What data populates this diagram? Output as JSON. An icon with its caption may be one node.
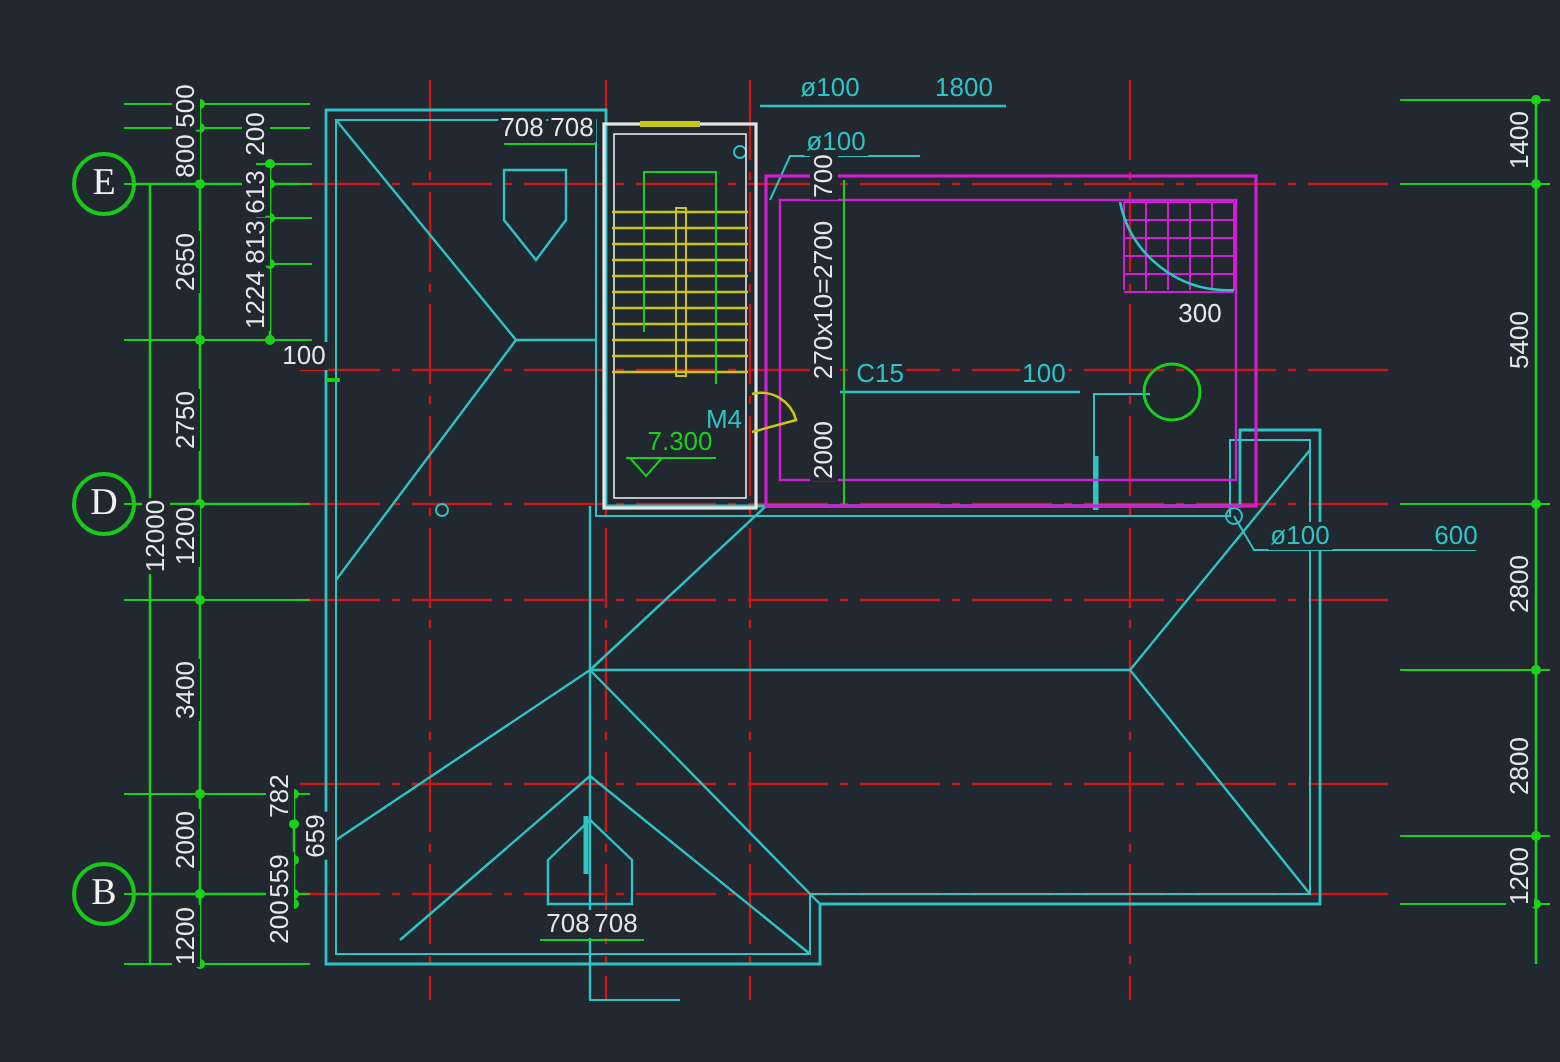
{
  "diagram": {
    "nodes": [
      {
        "text": [
          "E"
        ]
      },
      {
        "text": [
          "D"
        ]
      },
      {
        "text": [
          "B"
        ]
      }
    ],
    "labels": [
      "500",
      "800",
      "200",
      "613",
      "813",
      "2650",
      "1224",
      "100",
      "2750",
      "12000",
      "1200",
      "3400",
      "782",
      "659",
      "2000",
      "559",
      "200",
      "1200",
      "708",
      "708",
      "ø100",
      "1800",
      "ø100",
      "700",
      "270x10=2700",
      "C15",
      "100",
      "M4",
      "7.300",
      "2000",
      "300",
      "ø100",
      "600",
      "1400",
      "5400",
      "2800",
      "2800",
      "1200",
      "708",
      "708"
    ]
  }
}
